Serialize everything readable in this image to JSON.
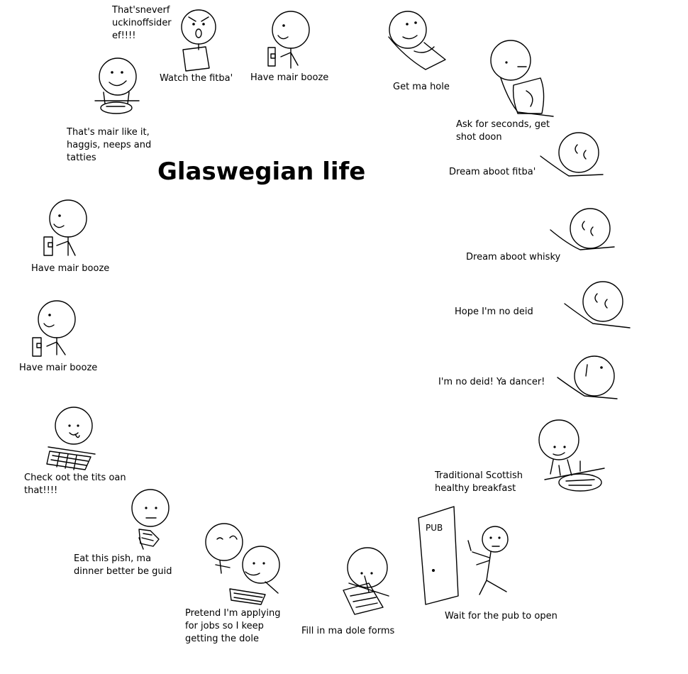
{
  "title": "Glaswegian life",
  "captions": {
    "offside": [
      "That'sneverf",
      "uckinoffsider",
      "ef!!!!"
    ],
    "watch_fitba": "Watch the fitba'",
    "booze_top": "Have mair booze",
    "get_ma_hole": "Get ma hole",
    "ask_seconds": [
      "Ask for seconds, get",
      "shot doon"
    ],
    "dream_fitba": "Dream aboot fitba'",
    "dream_whisky": "Dream aboot whisky",
    "hope_no_deid": "Hope I'm no deid",
    "no_deid": "I'm no deid! Ya dancer!",
    "breakfast": [
      "Traditional Scottish",
      "healthy breakfast"
    ],
    "wait_pub": "Wait for the pub to open",
    "pub_sign": "PUB",
    "dole_forms": "Fill in ma dole forms",
    "pretend_jobs": [
      "Pretend I'm applying",
      "for jobs so I keep",
      "getting the dole"
    ],
    "eat_pish": [
      "Eat this pish, ma",
      "dinner better be guid"
    ],
    "check_tits": [
      "Check oot the tits oan",
      "that!!!!"
    ],
    "booze_left_low": "Have mair booze",
    "booze_left_high": "Have mair booze",
    "haggis": [
      "That's mair like it,",
      "haggis, neeps and",
      "tatties"
    ]
  }
}
